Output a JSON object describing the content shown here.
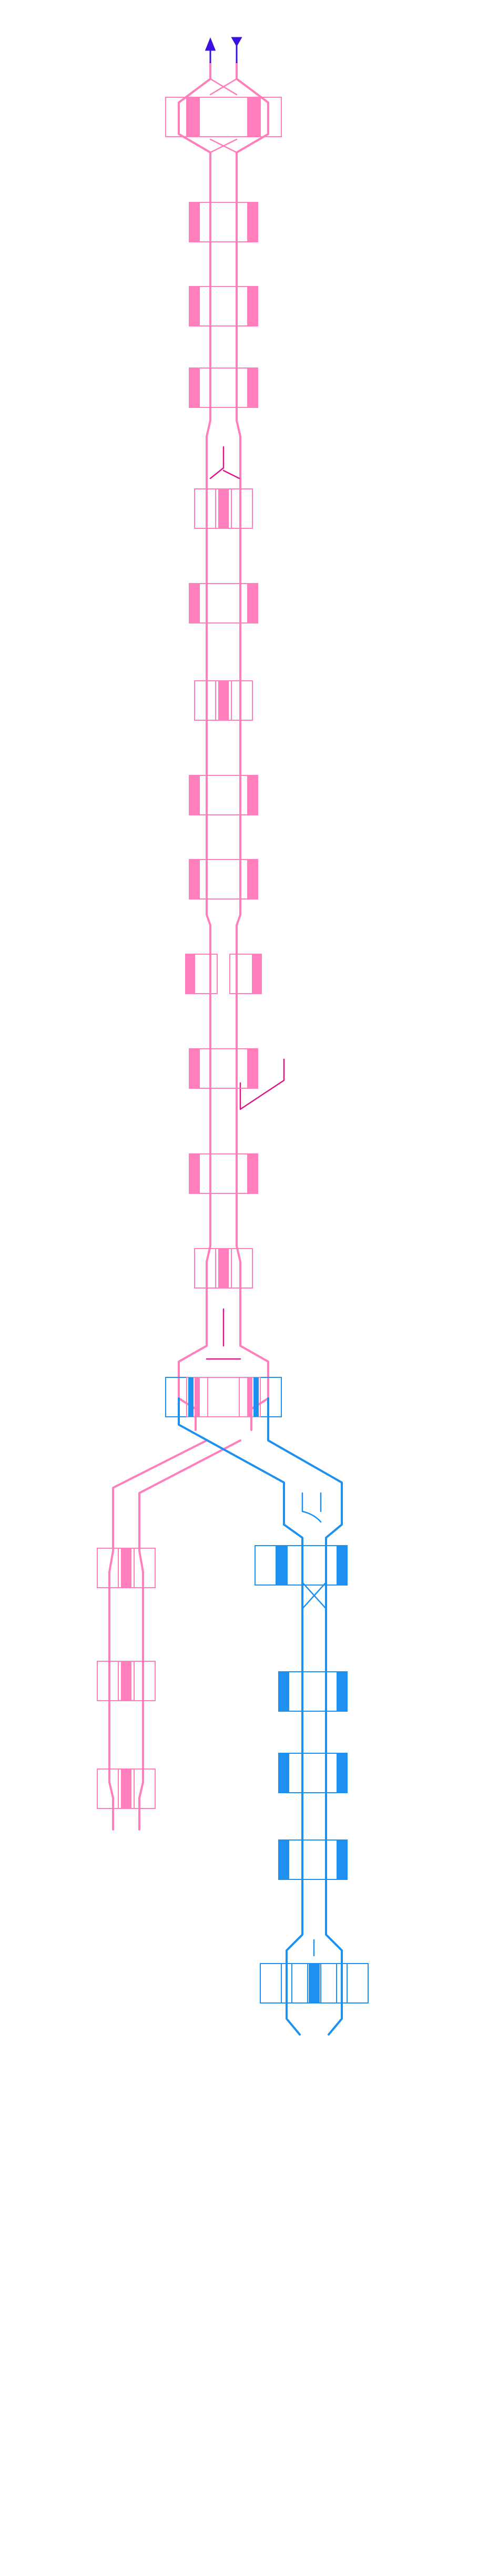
{
  "diagram": {
    "type": "track-schematic",
    "colors": {
      "pink_track": "#ff7ebb",
      "pink_fill": "#ff7ebb",
      "magenta_accent": "#e0148a",
      "blue_track": "#1e90f0",
      "blue_fill": "#1e90f0",
      "direction_marker": "#3a10e0",
      "background": "#ffffff"
    },
    "direction_markers": [
      {
        "name": "up-arrow-icon",
        "direction": "up"
      },
      {
        "name": "down-triangle-icon",
        "direction": "down"
      }
    ],
    "pink_line": {
      "platform_stations": 14,
      "branch_stations": 3
    },
    "blue_line": {
      "platform_stations": 6
    }
  }
}
